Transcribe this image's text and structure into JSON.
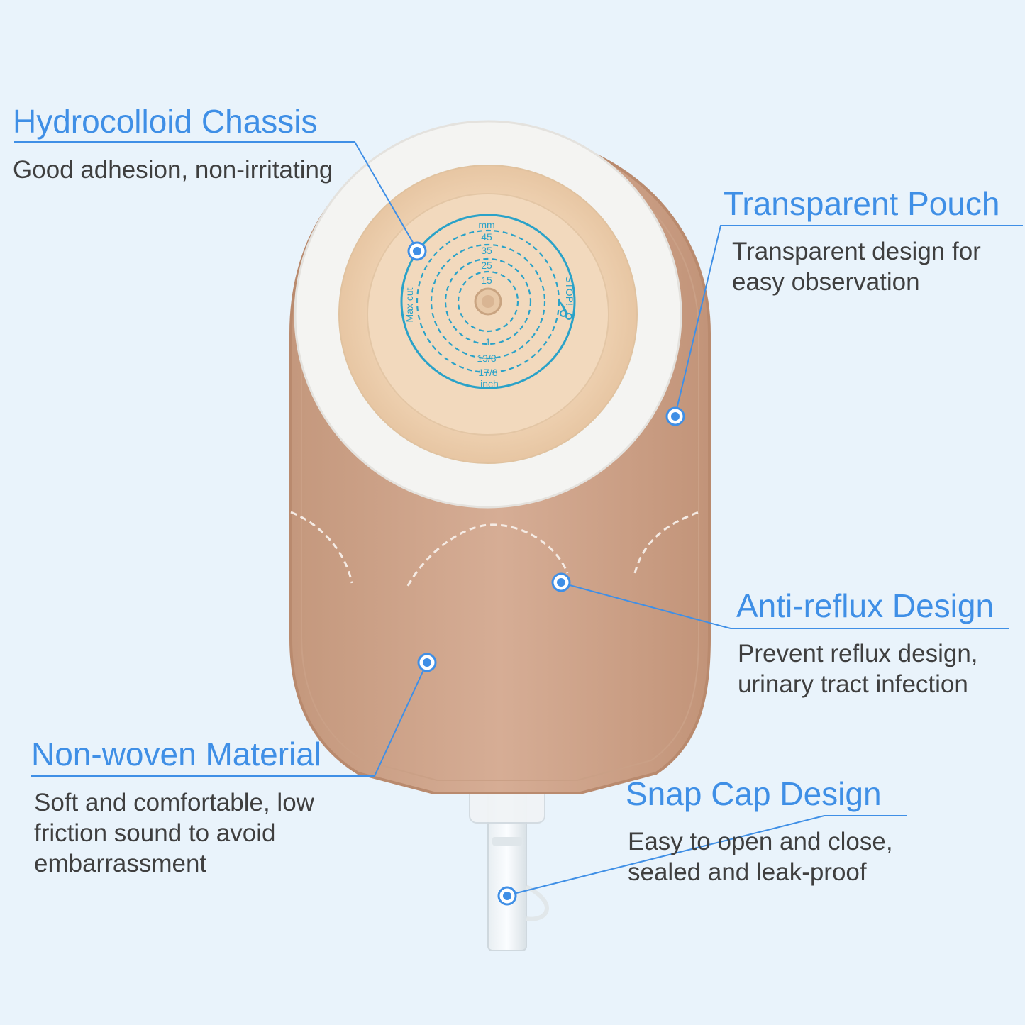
{
  "colors": {
    "background": "#e9f3fb",
    "accent": "#3f8fe6",
    "text": "#3f3f3f",
    "pouch": "#c79a80",
    "flange_ring": "#f4f4f2",
    "wafer_print": "#2aa2c8"
  },
  "callouts": [
    {
      "title": "Hydrocolloid Chassis",
      "desc": [
        "Good adhesion, non-irritating"
      ]
    },
    {
      "title": "Transparent Pouch",
      "desc": [
        "Transparent design for",
        "easy observation"
      ]
    },
    {
      "title": "Anti-reflux Design",
      "desc": [
        "Prevent reflux design,",
        "urinary tract infection"
      ]
    },
    {
      "title": "Non-woven Material",
      "desc": [
        "Soft and comfortable, low",
        "friction sound to avoid",
        "embarrassment"
      ]
    },
    {
      "title": "Snap Cap Design",
      "desc": [
        "Easy to open and close,",
        "sealed and leak-proof"
      ]
    }
  ],
  "wafer_scale": {
    "top_unit": "mm",
    "mm_marks": [
      "45",
      "35",
      "25",
      "15"
    ],
    "bottom_unit": "inch",
    "inch_marks": [
      "1",
      "13/8",
      "17/8"
    ],
    "left_text": "Max cut",
    "right_text": "STOP!"
  }
}
